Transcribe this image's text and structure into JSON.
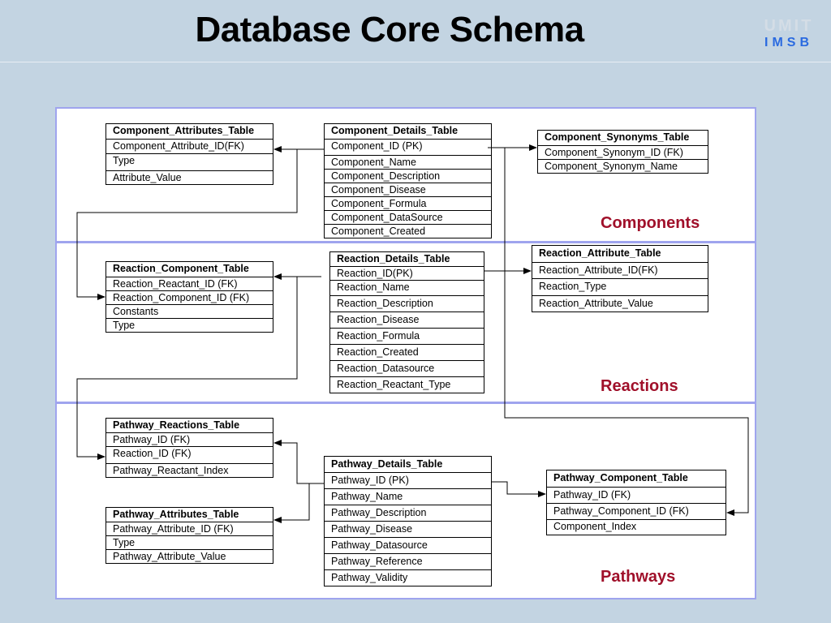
{
  "slide": {
    "title": "Database Core Schema",
    "logo_line1": "UMIT",
    "logo_line2": "IMSB"
  },
  "colors": {
    "background": "#c3d4e2",
    "frame": "#9fa4ee",
    "section_label": "#a0102a",
    "logo_accent": "#2a6ae0"
  },
  "sections": {
    "components": "Components",
    "reactions": "Reactions",
    "pathways": "Pathways"
  },
  "tables": {
    "component_attributes": {
      "name": "Component_Attributes_Table",
      "fields": [
        "Component_Attribute_ID(FK)",
        "Type",
        "Attribute_Value"
      ]
    },
    "component_details": {
      "name": "Component_Details_Table",
      "fields": [
        "Component_ID (PK)",
        "Component_Name",
        "Component_Description",
        "Component_Disease",
        "Component_Formula",
        "Component_DataSource",
        "Component_Created"
      ]
    },
    "component_synonyms": {
      "name": "Component_Synonyms_Table",
      "fields": [
        "Component_Synonym_ID (FK)",
        "Component_Synonym_Name"
      ]
    },
    "reaction_component": {
      "name": "Reaction_Component_Table",
      "fields": [
        "Reaction_Reactant_ID (FK)",
        "Reaction_Component_ID (FK)",
        "Constants",
        "Type"
      ]
    },
    "reaction_details": {
      "name": "Reaction_Details_Table",
      "fields": [
        "Reaction_ID(PK)",
        "Reaction_Name",
        "Reaction_Description",
        "Reaction_Disease",
        "Reaction_Formula",
        "Reaction_Created",
        "Reaction_Datasource",
        "Reaction_Reactant_Type"
      ]
    },
    "reaction_attribute": {
      "name": "Reaction_Attribute_Table",
      "fields": [
        "Reaction_Attribute_ID(FK)",
        "Reaction_Type",
        "Reaction_Attribute_Value"
      ]
    },
    "pathway_reactions": {
      "name": "Pathway_Reactions_Table",
      "fields": [
        "Pathway_ID (FK)",
        "Reaction_ID (FK)",
        "Pathway_Reactant_Index"
      ]
    },
    "pathway_attributes": {
      "name": "Pathway_Attributes_Table",
      "fields": [
        "Pathway_Attribute_ID (FK)",
        "Type",
        "Pathway_Attribute_Value"
      ]
    },
    "pathway_details": {
      "name": "Pathway_Details_Table",
      "fields": [
        "Pathway_ID (PK)",
        "Pathway_Name",
        "Pathway_Description",
        "Pathway_Disease",
        "Pathway_Datasource",
        "Pathway_Reference",
        "Pathway_Validity"
      ]
    },
    "pathway_component": {
      "name": "Pathway_Component_Table",
      "fields": [
        "Pathway_ID (FK)",
        "Pathway_Component_ID (FK)",
        "Component_Index"
      ]
    }
  }
}
